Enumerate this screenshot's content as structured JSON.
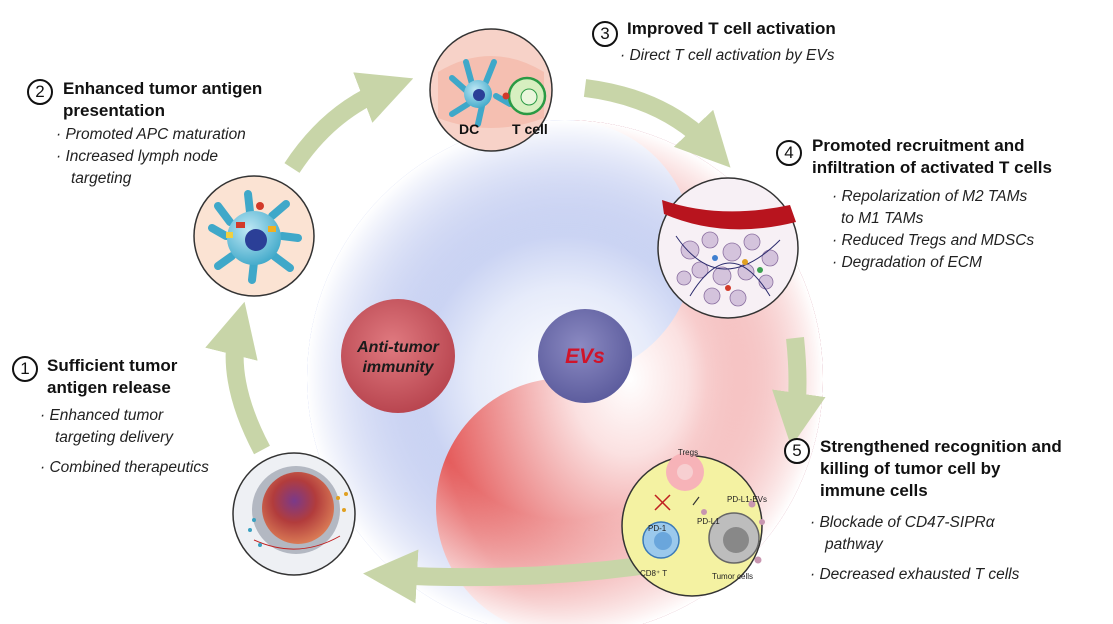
{
  "center": {
    "left_label_line1": "Anti-tumor",
    "left_label_line2": "immunity",
    "right_label": "EVs"
  },
  "steps": [
    {
      "number": "1",
      "title_lines": [
        "Sufficient tumor",
        "antigen release"
      ],
      "bullets": [
        "· Enhanced tumor",
        "targeting delivery",
        "· Combined therapeutics"
      ]
    },
    {
      "number": "2",
      "title_lines": [
        "Enhanced tumor antigen",
        "presentation"
      ],
      "bullets": [
        "· Promoted APC maturation",
        "· Increased lymph node",
        "targeting"
      ]
    },
    {
      "number": "3",
      "title_lines": [
        "Improved T cell activation"
      ],
      "bullets": [
        "· Direct T cell activation by EVs"
      ],
      "image_labels": {
        "dc": "DC",
        "tcell": "T cell"
      }
    },
    {
      "number": "4",
      "title_lines": [
        "Promoted recruitment and",
        "infiltration of activated T cells"
      ],
      "bullets": [
        "· Repolarization of M2 TAMs",
        "to M1 TAMs",
        "· Reduced Tregs and MDSCs",
        "· Degradation of ECM"
      ]
    },
    {
      "number": "5",
      "title_lines": [
        "Strengthened recognition and",
        "killing of tumor cell by",
        "immune cells"
      ],
      "bullets": [
        "· Blockade of CD47-SIPRα",
        "pathway",
        "· Decreased exhausted T cells"
      ],
      "image_labels": {
        "tregs": "Tregs",
        "pdl1_evs": "PD-L1-EVs",
        "pdl1": "PD-L1",
        "pd1": "PD-1",
        "cd8": "CD8⁺ T",
        "tumor": "Tumor cells"
      }
    }
  ],
  "colors": {
    "arrow": "#c8d5a8",
    "red_orb": "#c8555e",
    "blue_orb": "#6f6fae",
    "ev_text": "#d0142a",
    "circle3_bg": "#f7d2c8",
    "circle5_bg": "#f4f2a2"
  }
}
